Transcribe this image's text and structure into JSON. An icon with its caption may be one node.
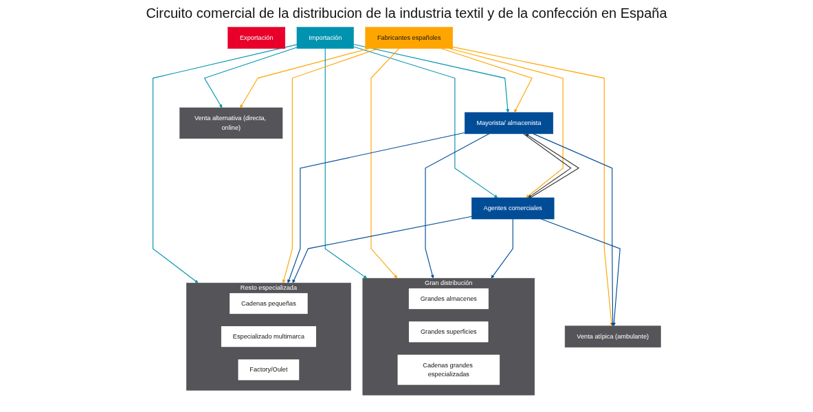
{
  "diagram": {
    "title": "Circuito comercial de la distribucion de la industria textil y de la confección en España",
    "nodes": [
      {
        "text": [
          "Importación"
        ]
      },
      {
        "text": [
          "Fabricantes españoles"
        ]
      },
      {
        "text": [
          "Exportación"
        ]
      },
      {
        "text": [
          "Mayorista/ almacenista"
        ]
      },
      {
        "text": [
          "Agentes comerciales"
        ]
      },
      {
        "text": [
          "Gran distribución"
        ]
      },
      {
        "text": [
          "Grandes almacenes"
        ],
        "in": 5
      },
      {
        "text": [
          "Grandes superficies"
        ],
        "in": 5
      },
      {
        "text": [
          "Cadenas grandes especializadas"
        ],
        "in": 5
      },
      {
        "text": [
          "Resto especializada"
        ]
      },
      {
        "text": [
          "Cadenas pequeñas"
        ],
        "in": 9
      },
      {
        "text": [
          "Especializado multimarca"
        ],
        "in": 9
      },
      {
        "text": [
          "Factory/Oulet"
        ],
        "in": 9
      },
      {
        "text": [
          "Venta alternativa (directa, online)"
        ]
      },
      {
        "text": [
          "Venta atípica (ambulante)"
        ]
      }
    ],
    "edges": [
      {
        "from": 0,
        "to": 5,
        "arrow": "to",
        "color": "#0093b0"
      },
      {
        "from": 0,
        "to": 3,
        "arrow": "to",
        "color": "#0093b0"
      },
      {
        "from": 0,
        "to": 4,
        "arrow": "to",
        "color": "#0093b0"
      },
      {
        "from": 0,
        "to": 9,
        "arrow": "to",
        "color": "#0093b0"
      },
      {
        "from": 0,
        "to": 13,
        "arrow": "to",
        "color": "#0093b0"
      },
      {
        "from": 1,
        "to": 3,
        "arrow": "to",
        "color": "#ffa500"
      },
      {
        "from": 1,
        "to": 4,
        "arrow": "to",
        "color": "#ffa500"
      },
      {
        "from": 1,
        "to": 5,
        "arrow": "to",
        "color": "#ffa500"
      },
      {
        "from": 1,
        "to": 9,
        "arrow": "to",
        "color": "#ffa500"
      },
      {
        "from": 1,
        "to": 13,
        "arrow": "to",
        "color": "#ffa500"
      },
      {
        "from": 1,
        "to": 14,
        "arrow": "to",
        "color": "#ffa500"
      },
      {
        "from": 3,
        "to": 4,
        "arrow": "to",
        "color": "#333333"
      },
      {
        "from": 4,
        "to": 3,
        "arrow": "to",
        "color": "#333333"
      },
      {
        "from": 3,
        "to": 5,
        "arrow": "to",
        "color": "#004c97"
      },
      {
        "from": 3,
        "to": 9,
        "arrow": "to",
        "color": "#004c97"
      },
      {
        "from": 3,
        "to": 14,
        "arrow": "to",
        "color": "#004c97"
      },
      {
        "from": 4,
        "to": 5,
        "arrow": "to",
        "color": "#004c97"
      },
      {
        "from": 4,
        "to": 9,
        "arrow": "to",
        "color": "#004c97"
      },
      {
        "from": 4,
        "to": 14,
        "arrow": "to",
        "color": "#004c97"
      }
    ]
  }
}
